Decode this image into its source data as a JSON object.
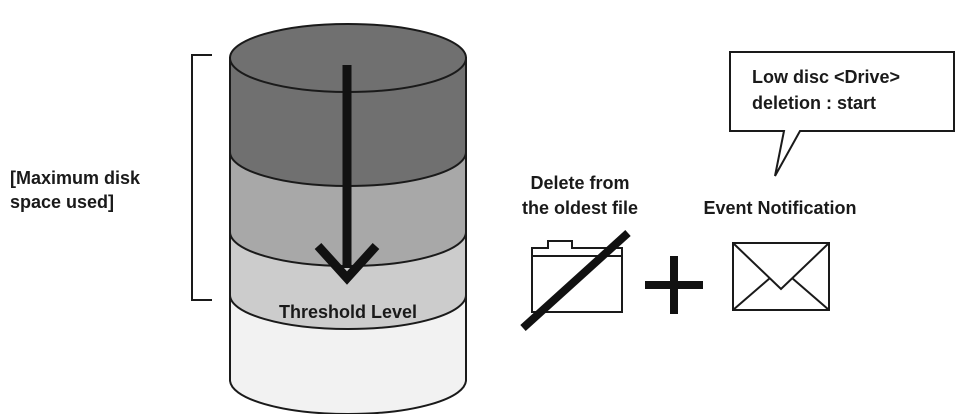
{
  "bracket_label": {
    "line1": "[Maximum disk",
    "line2": "space used]"
  },
  "threshold_label": "Threshold Level",
  "delete_label": {
    "line1": "Delete from",
    "line2": "the oldest file"
  },
  "event_label": "Event Notification",
  "callout": {
    "line1": "Low disc <Drive>",
    "line2": "deletion : start"
  },
  "icons": {
    "folder": "folder-icon",
    "slash": "prohibited-slash-icon",
    "plus": "plus-icon",
    "envelope": "envelope-icon",
    "arrow": "down-arrow-icon"
  },
  "colors": {
    "layer_top": "#707070",
    "layer_upper_mid": "#a8a8a8",
    "layer_threshold": "#cccccc",
    "layer_bottom": "#f2f2f2",
    "stroke": "#1a1a1a"
  }
}
